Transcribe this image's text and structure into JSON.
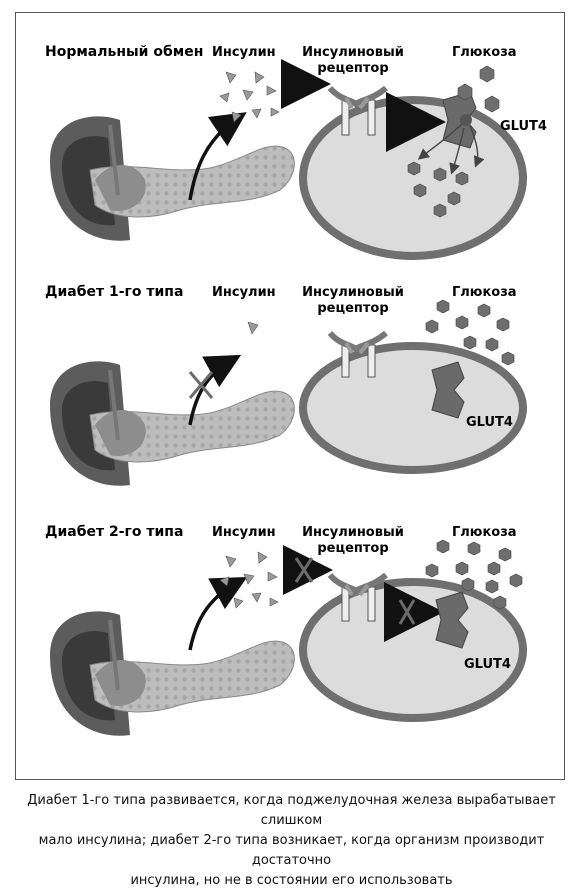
{
  "panels": [
    {
      "title": "Нормальный обмен",
      "insulin_label": "Инсулин",
      "receptor_label_1": "Инсулиновый",
      "receptor_label_2": "рецептор",
      "glucose_label": "Глюкоза",
      "glut4_label": "GLUT4",
      "insulin_released": true,
      "insulin_blocked": false,
      "glucose_entry": true
    },
    {
      "title": "Диабет 1-го типа",
      "insulin_label": "Инсулин",
      "receptor_label_1": "Инсулиновый",
      "receptor_label_2": "рецептор",
      "glucose_label": "Глюкоза",
      "glut4_label": "GLUT4",
      "insulin_released": false,
      "insulin_blocked": false,
      "glucose_entry": false
    },
    {
      "title": "Диабет 2-го типа",
      "insulin_label": "Инсулин",
      "receptor_label_1": "Инсулиновый",
      "receptor_label_2": "рецептор",
      "glucose_label": "Глюкоза",
      "glut4_label": "GLUT4",
      "insulin_released": true,
      "insulin_blocked": true,
      "glucose_entry": false
    }
  ],
  "caption": {
    "line1": "Диабет 1-го типа развивается, когда поджелудочная железа вырабатывает слишком",
    "line2": "мало инсулина; диабет 2-го типа возникает, когда организм производит достаточно",
    "line3": "инсулина, но не в состоянии его использовать"
  },
  "colors": {
    "cell_fill": "#dcdcdc",
    "cell_border": "#6f6f6f",
    "glucose": "#6e6e6e",
    "insulin": "#9a9a9a",
    "pancreas": "#b9b9b9",
    "arrow": "#111111"
  }
}
